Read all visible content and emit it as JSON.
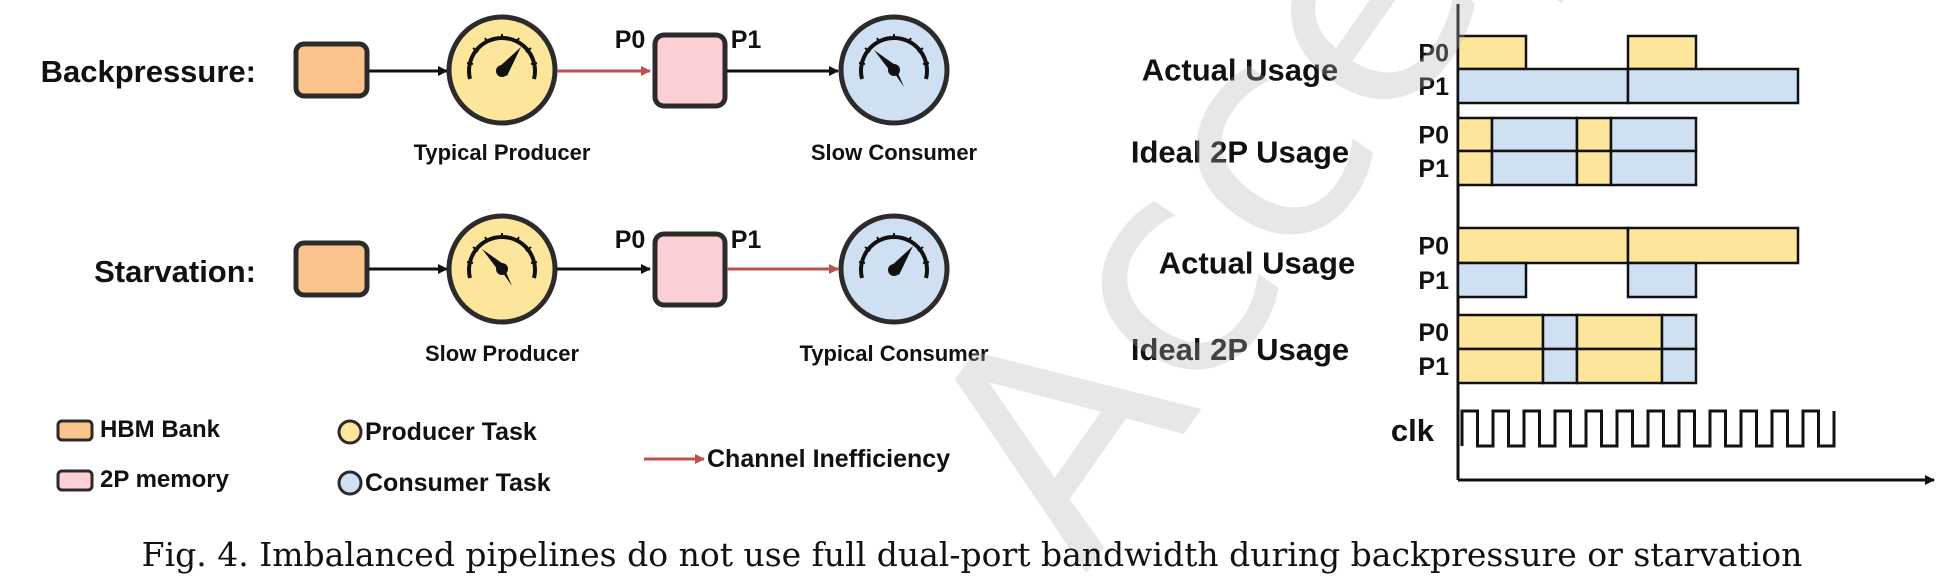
{
  "colors": {
    "hbm": "#fbc48d",
    "mem2p": "#fbcfd3",
    "producer": "#fde59b",
    "consumer": "#cfe0f3",
    "usage_yellow": "#fde59b",
    "usage_blue": "#cfe0f3",
    "red_arrow": "#c0504d",
    "stroke": "#2b2b2b",
    "watermark": "#b3b3b3"
  },
  "left": {
    "backpressure": {
      "row_label": "Backpressure:",
      "port_in": "P0",
      "port_out": "P1",
      "producer_label": "Typical Producer",
      "consumer_label": "Slow Consumer",
      "inefficient_channel": "producer-to-memory"
    },
    "starvation": {
      "row_label": "Starvation:",
      "port_in": "P0",
      "port_out": "P1",
      "producer_label": "Slow Producer",
      "consumer_label": "Typical Consumer",
      "inefficient_channel": "memory-to-consumer"
    }
  },
  "legend": {
    "hbm": "HBM Bank",
    "mem2p": "2P memory",
    "producer": "Producer Task",
    "consumer": "Consumer Task",
    "inefficiency": "Channel Inefficiency"
  },
  "timing": {
    "groups": [
      {
        "label": "Actual Usage",
        "rows": [
          {
            "port": "P0",
            "segments": [
              {
                "start": 0,
                "end": 2,
                "color": "yellow"
              },
              {
                "start": 5,
                "end": 7,
                "color": "yellow"
              }
            ]
          },
          {
            "port": "P1",
            "segments": [
              {
                "start": 0,
                "end": 5,
                "color": "blue"
              },
              {
                "start": 5,
                "end": 10,
                "color": "blue"
              }
            ]
          }
        ]
      },
      {
        "label": "Ideal 2P Usage",
        "rows": [
          {
            "port": "P0",
            "segments": [
              {
                "start": 0,
                "end": 1,
                "color": "yellow"
              },
              {
                "start": 1,
                "end": 3.5,
                "color": "blue"
              },
              {
                "start": 3.5,
                "end": 4.5,
                "color": "yellow"
              },
              {
                "start": 4.5,
                "end": 7,
                "color": "blue"
              }
            ]
          },
          {
            "port": "P1",
            "segments": [
              {
                "start": 0,
                "end": 1,
                "color": "yellow"
              },
              {
                "start": 1,
                "end": 3.5,
                "color": "blue"
              },
              {
                "start": 3.5,
                "end": 4.5,
                "color": "yellow"
              },
              {
                "start": 4.5,
                "end": 7,
                "color": "blue"
              }
            ]
          }
        ]
      },
      {
        "label": "Actual Usage",
        "rows": [
          {
            "port": "P0",
            "segments": [
              {
                "start": 0,
                "end": 5,
                "color": "yellow"
              },
              {
                "start": 5,
                "end": 10,
                "color": "yellow"
              }
            ]
          },
          {
            "port": "P1",
            "segments": [
              {
                "start": 0,
                "end": 2,
                "color": "blue"
              },
              {
                "start": 5,
                "end": 7,
                "color": "blue"
              }
            ]
          }
        ]
      },
      {
        "label": "Ideal 2P Usage",
        "rows": [
          {
            "port": "P0",
            "segments": [
              {
                "start": 0,
                "end": 2.5,
                "color": "yellow"
              },
              {
                "start": 2.5,
                "end": 3.5,
                "color": "blue"
              },
              {
                "start": 3.5,
                "end": 6,
                "color": "yellow"
              },
              {
                "start": 6,
                "end": 7,
                "color": "blue"
              }
            ]
          },
          {
            "port": "P1",
            "segments": [
              {
                "start": 0,
                "end": 2.5,
                "color": "yellow"
              },
              {
                "start": 2.5,
                "end": 3.5,
                "color": "blue"
              },
              {
                "start": 3.5,
                "end": 6,
                "color": "yellow"
              },
              {
                "start": 6,
                "end": 7,
                "color": "blue"
              }
            ]
          }
        ]
      }
    ],
    "clk_label": "clk",
    "clk_cycles": 12
  },
  "caption": "Fig. 4.  Imbalanced pipelines do not use full dual-port bandwidth during backpressure or starvation",
  "watermark": "Accepted"
}
